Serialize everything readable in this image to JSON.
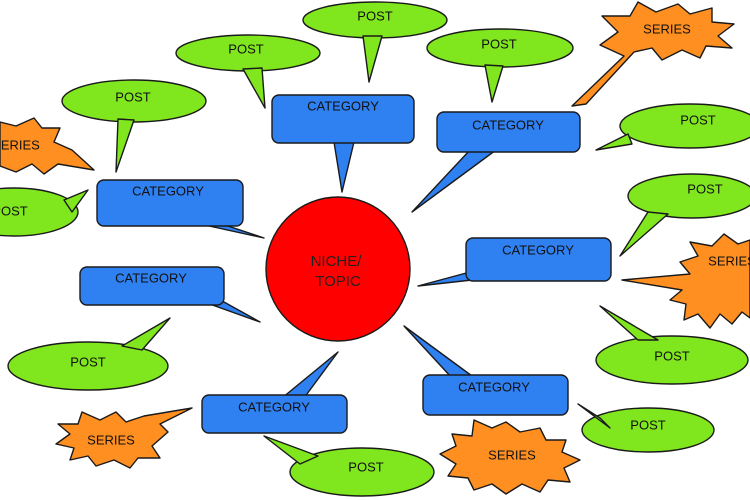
{
  "center": {
    "line1": "NICHE/",
    "line2": "TOPIC"
  },
  "labels": {
    "category": "CATEGORY",
    "post": "POST",
    "series": "SERIES"
  },
  "colors": {
    "center_fill": "#ff0000",
    "category_fill": "#2f80f0",
    "post_fill": "#80e61e",
    "series_fill": "#ff8f21",
    "outline": "#1a1a1a"
  }
}
